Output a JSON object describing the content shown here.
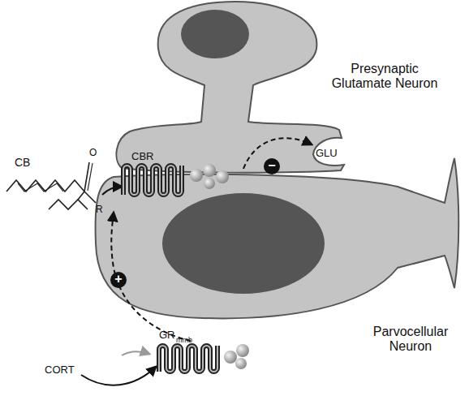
{
  "diagram": {
    "labels": [
      "Presynaptic Glutamate Neuron",
      "Parvocellular Neuron",
      "CB",
      "O",
      "R",
      "CBR",
      "GLU",
      "−",
      "+",
      "GR",
      "mmb",
      "CORT"
    ]
  }
}
